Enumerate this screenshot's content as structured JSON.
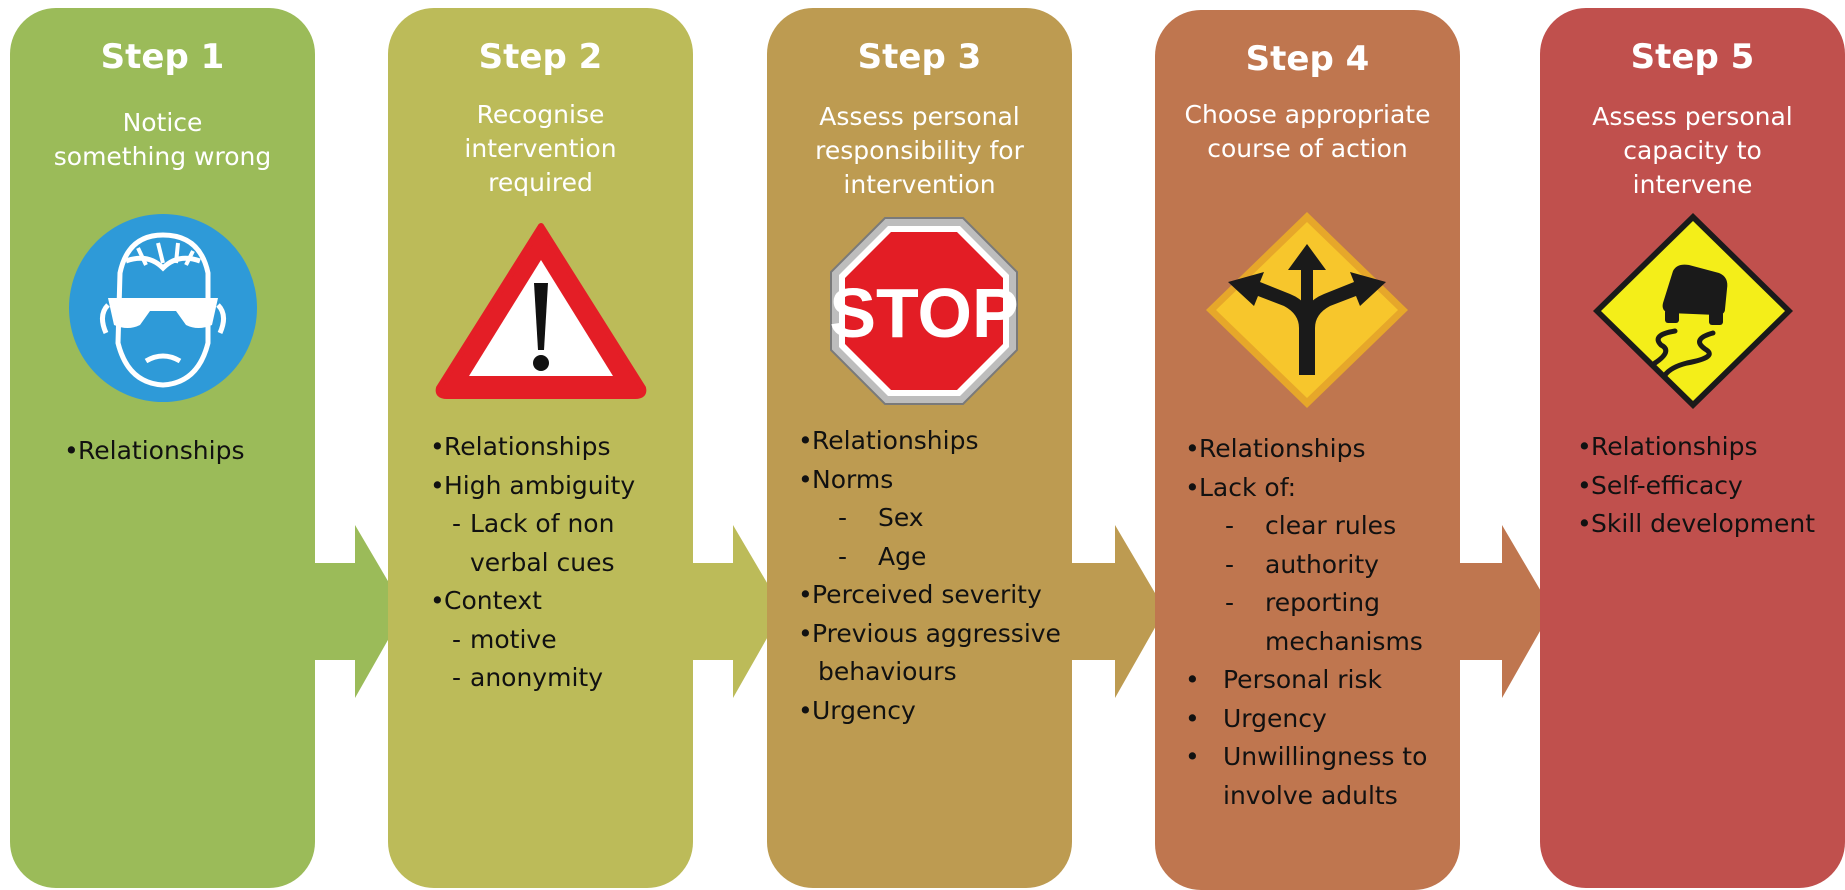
{
  "steps": [
    {
      "title": "Step 1",
      "desc": [
        "Notice",
        "something wrong"
      ],
      "icon": "eye-protection-icon",
      "items": [
        {
          "type": "bullet",
          "text": "Relationships"
        }
      ]
    },
    {
      "title": "Step 2",
      "desc": [
        "Recognise",
        "intervention",
        "required"
      ],
      "icon": "warning-triangle-icon",
      "items": [
        {
          "type": "bullet",
          "text": "Relationships"
        },
        {
          "type": "bullet",
          "text": "High ambiguity"
        },
        {
          "type": "dash",
          "text": "Lack of non"
        },
        {
          "type": "cont",
          "text": "verbal cues"
        },
        {
          "type": "bullet",
          "text": "Context"
        },
        {
          "type": "dash",
          "text": "motive"
        },
        {
          "type": "dash",
          "text": "anonymity"
        }
      ]
    },
    {
      "title": "Step 3",
      "desc": [
        "Assess personal",
        "responsibility for",
        "intervention"
      ],
      "icon": "stop-sign-icon",
      "icon_text": "STOP",
      "items": [
        {
          "type": "bullet",
          "text": "Relationships"
        },
        {
          "type": "bullet",
          "text": "Norms"
        },
        {
          "type": "subdash",
          "text": "Sex"
        },
        {
          "type": "subdash",
          "text": "Age"
        },
        {
          "type": "bullet",
          "text": "Perceived severity"
        },
        {
          "type": "bullet",
          "text": "Previous aggressive"
        },
        {
          "type": "cont",
          "text": "behaviours"
        },
        {
          "type": "bullet",
          "text": "Urgency"
        }
      ]
    },
    {
      "title": "Step 4",
      "desc": [
        "Choose appropriate",
        "course of action"
      ],
      "icon": "three-way-arrows-sign-icon",
      "items": [
        {
          "type": "bullet",
          "text": "Relationships"
        },
        {
          "type": "bullet",
          "text": "Lack of:"
        },
        {
          "type": "subdash",
          "text": "clear rules"
        },
        {
          "type": "subdash",
          "text": "authority"
        },
        {
          "type": "subdash",
          "text": "reporting"
        },
        {
          "type": "subcont",
          "text": "mechanisms"
        },
        {
          "type": "wide",
          "text": "Personal risk"
        },
        {
          "type": "wide",
          "text": "Urgency"
        },
        {
          "type": "wide",
          "text": "Unwillingness to"
        },
        {
          "type": "widecont",
          "text": "involve adults"
        }
      ]
    },
    {
      "title": "Step 5",
      "desc": [
        "Assess personal",
        "capacity to",
        "intervene"
      ],
      "icon": "slippery-road-sign-icon",
      "items": [
        {
          "type": "bullet",
          "text": "Relationships"
        },
        {
          "type": "bullet",
          "text": "Self-efficacy"
        },
        {
          "type": "bullet",
          "text": "Skill development"
        }
      ]
    }
  ],
  "colors": {
    "step1": "#9bbb59",
    "step2": "#bcbb59",
    "step3": "#bd9b51",
    "step4": "#bf764f",
    "step5": "#c0504d"
  }
}
